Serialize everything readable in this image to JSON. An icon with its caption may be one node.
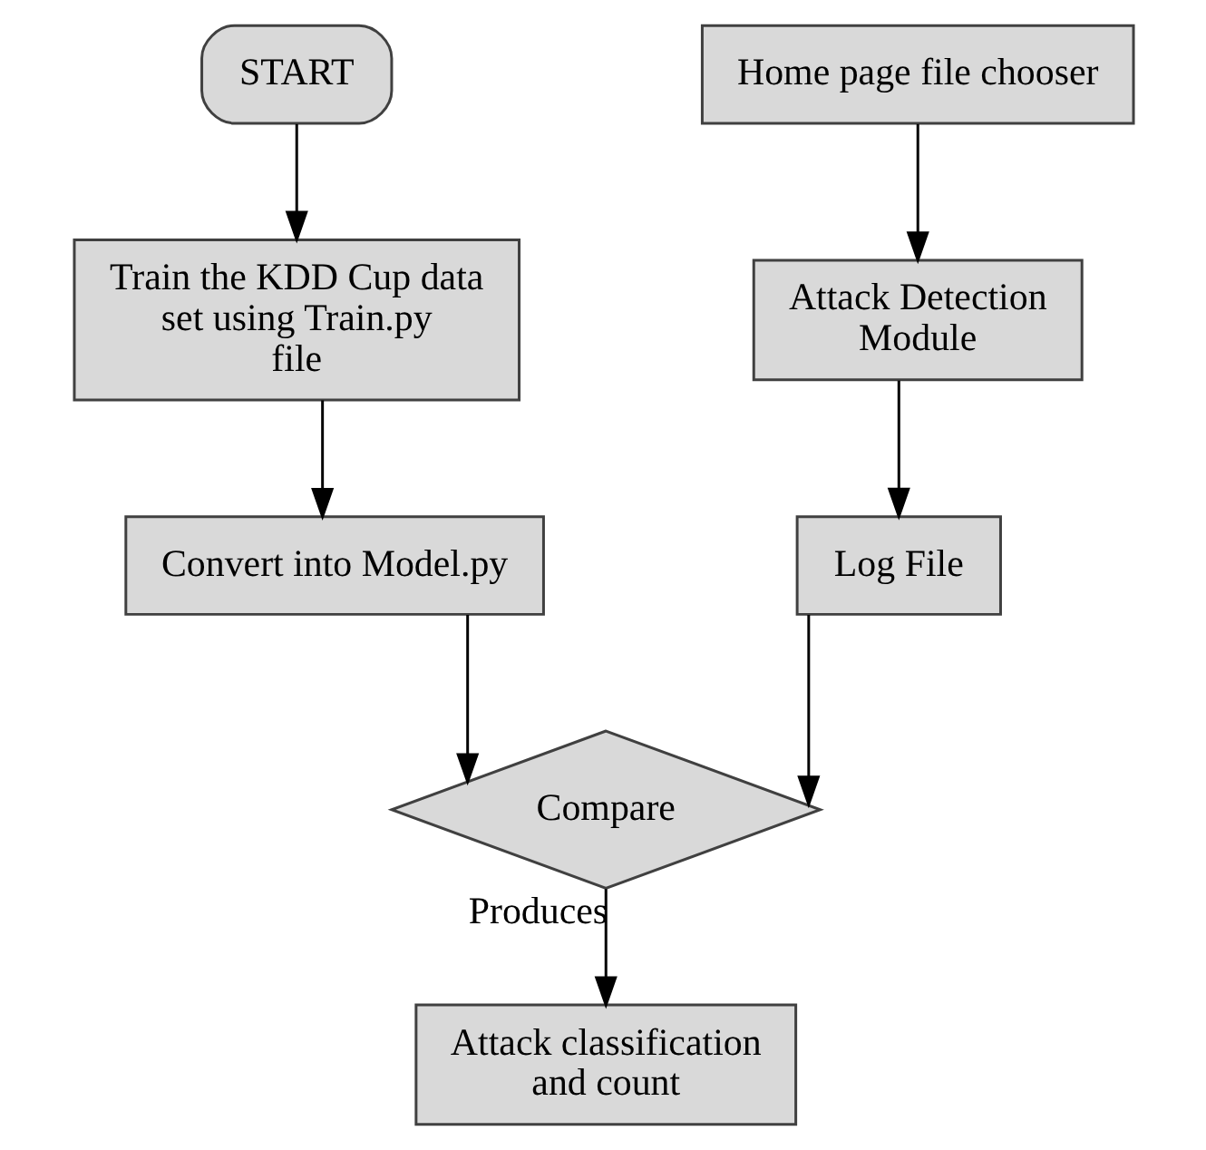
{
  "diagram": {
    "nodes": [
      {
        "text": [
          "START"
        ]
      },
      {
        "text": [
          "Home page file chooser"
        ]
      },
      {
        "text": [
          "Train the KDD Cup data set using Train.py file"
        ]
      },
      {
        "text": [
          "Attack Detection Module"
        ]
      },
      {
        "text": [
          "Convert into Model.py"
        ]
      },
      {
        "text": [
          "Log File"
        ]
      },
      {
        "text": [
          "Compare"
        ]
      },
      {
        "text": [
          "Attack classification and count"
        ]
      }
    ],
    "edges": [
      {
        "from": 0,
        "to": 2,
        "arrow": "to"
      },
      {
        "from": 1,
        "to": 3,
        "arrow": "to"
      },
      {
        "from": 2,
        "to": 4,
        "arrow": "to"
      },
      {
        "from": 3,
        "to": 5,
        "arrow": "to"
      },
      {
        "from": 4,
        "to": 6,
        "arrow": "to"
      },
      {
        "from": 5,
        "to": 6,
        "arrow": "to"
      },
      {
        "from": 6,
        "to": 7,
        "arrow": "to",
        "label": "Produces"
      }
    ]
  }
}
